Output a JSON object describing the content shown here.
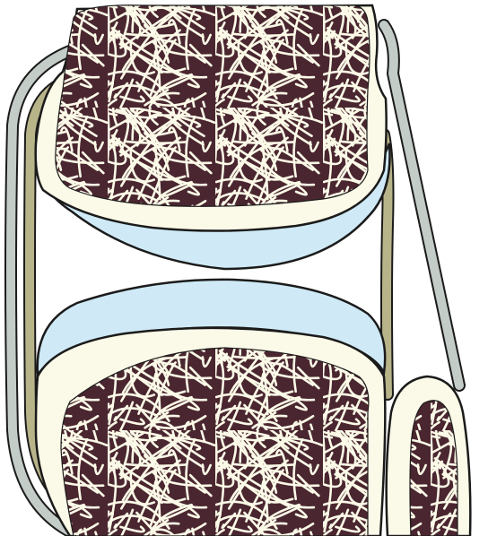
{
  "diagram": {
    "type": "synovial-joint-cross-section",
    "colors": {
      "background": "#ffffff",
      "outline": "#1b1b1b",
      "bone_cortex": "#fbf9e7",
      "trabecular_pores": "#4a2630",
      "trabecular_strands": "#fbf9e7",
      "articular_cartilage": "#cfeaf6",
      "synovial_membrane": "#b8b48a",
      "joint_capsule": "#c4ccc8"
    },
    "parts": [
      {
        "id": "upper-bone",
        "icon": "bone-shape"
      },
      {
        "id": "lower-bone",
        "icon": "bone-shape"
      },
      {
        "id": "small-bone",
        "icon": "bone-shape"
      },
      {
        "id": "upper-articular-cartilage",
        "icon": "cartilage-shape"
      },
      {
        "id": "lower-articular-cartilage",
        "icon": "cartilage-shape"
      },
      {
        "id": "synovial-membrane",
        "icon": "membrane-shape"
      },
      {
        "id": "joint-capsule",
        "icon": "capsule-shape"
      },
      {
        "id": "joint-cavity",
        "icon": "cavity-shape"
      }
    ]
  }
}
